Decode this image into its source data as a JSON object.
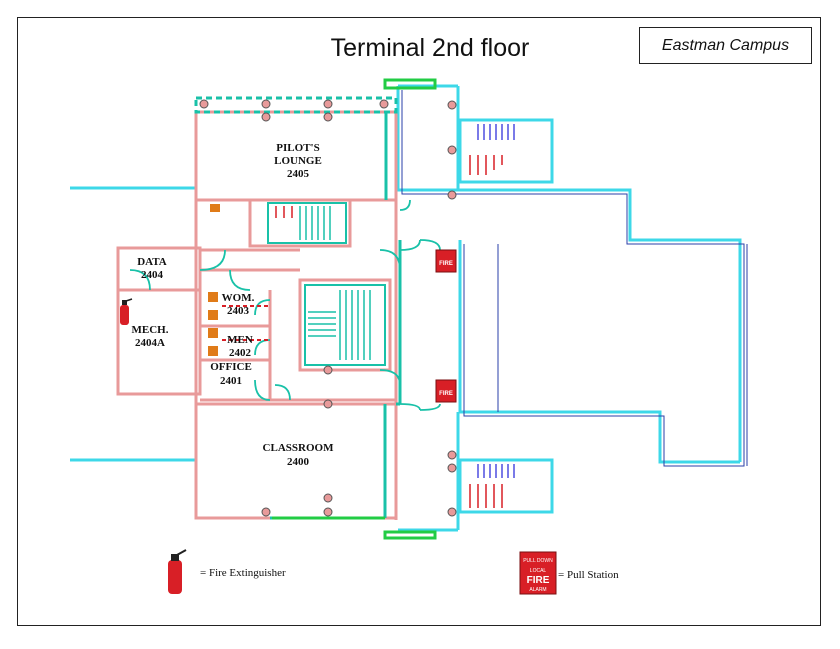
{
  "title": "Terminal 2nd floor",
  "campus": "Eastman Campus",
  "rooms": {
    "pilots_lounge": [
      "PILOT'S",
      "LOUNGE",
      "2405"
    ],
    "data": [
      "DATA",
      "2404"
    ],
    "mech": [
      "MECH.",
      "2404A"
    ],
    "womens": [
      "WOM.",
      "2403"
    ],
    "mens": [
      "MEN",
      "2402"
    ],
    "office": [
      "OFFICE",
      "2401"
    ],
    "classroom": [
      "CLASSROOM",
      "2400"
    ]
  },
  "pull_station_text": [
    "FIRE",
    "PULL DOWN",
    "LOCAL",
    "ALARM"
  ],
  "legend": {
    "extinguisher": "= Fire Extinguisher",
    "pull_station": "= Pull Station"
  },
  "colors": {
    "wall_pink": "#e89a9a",
    "wall_teal": "#19c1a8",
    "wall_cyan": "#3dd8e8",
    "door_green": "#22cc44",
    "fire_red": "#d81f26",
    "fixture_orange": "#e07b18",
    "stair_blue": "#4d4de0"
  }
}
